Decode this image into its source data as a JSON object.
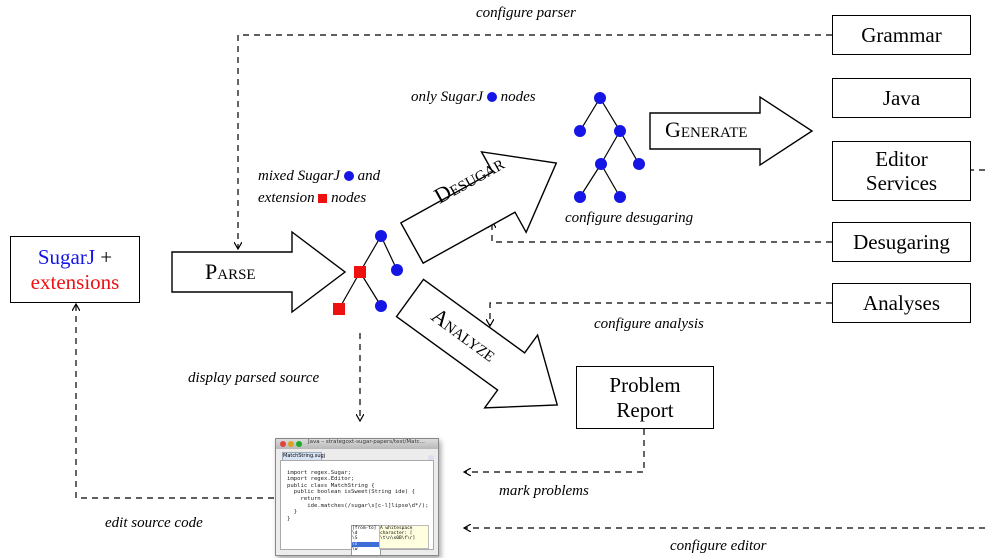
{
  "labels": {
    "configure_parser": "configure parser",
    "only_sugarj_prefix": "only SugarJ",
    "only_sugarj_suffix": "nodes",
    "mixed_line1_prefix": "mixed SugarJ",
    "mixed_line1_suffix": "and",
    "mixed_line2_prefix": "extension",
    "mixed_line2_suffix": "nodes",
    "configure_desugaring": "configure desugaring",
    "configure_analysis": "configure analysis",
    "display_parsed_source": "display parsed source",
    "mark_problems": "mark problems",
    "edit_source_code": "edit source code",
    "configure_editor": "configure editor"
  },
  "source_box": {
    "line1_blue": "SugarJ",
    "line1_plus": " +",
    "line2_red": "extensions"
  },
  "steps": {
    "parse": "Parse",
    "desugar": "Desugar",
    "analyze": "Analyze",
    "generate": "Generate"
  },
  "outputs": {
    "grammar": "Grammar",
    "java": "Java",
    "editor_services_line1": "Editor",
    "editor_services_line2": "Services",
    "desugaring": "Desugaring",
    "analyses": "Analyses",
    "problem_line1": "Problem",
    "problem_line2": "Report"
  },
  "editor": {
    "title": "Java – strategoxt-sugar-papers/test/Matc...",
    "tab": "MatchString.sugj",
    "code": [
      "import regex.Sugar;",
      "import regex.Editor;",
      "public class MatchString {",
      "  public boolean isSweet(String ide) {",
      "    return",
      "      ide.matches(/sugar\\s[c-l]lipse\\d*/);",
      "  }",
      "}"
    ],
    "popup": [
      "[from-to]",
      "\\d",
      "\\S",
      "\\s",
      "\\w"
    ],
    "tip": "A whitespace character: [ \\t\\n\\x0B\\f\\r]"
  },
  "colors": {
    "sugarj": "#1515e6",
    "extension": "#ee1111",
    "line": "#000000"
  }
}
